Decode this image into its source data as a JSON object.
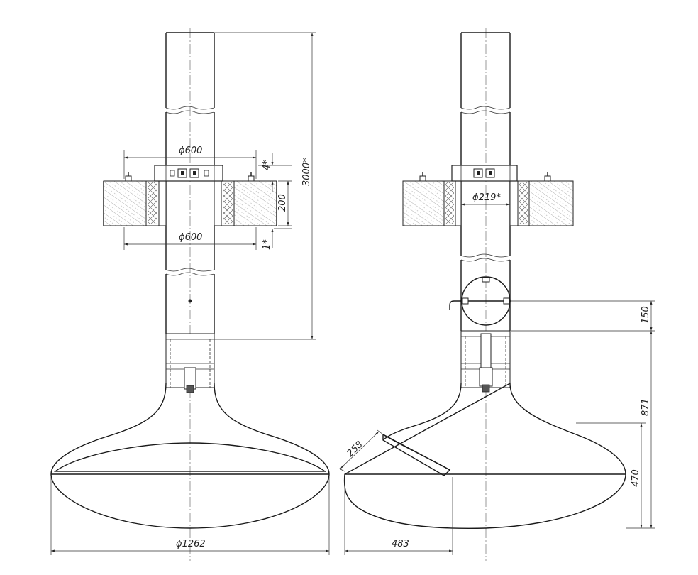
{
  "drawing": {
    "front_view": {
      "dim_top_diameter": "ϕ600",
      "dim_bottom_diameter": "ϕ600",
      "dim_top_gap": "4*",
      "dim_ceiling_thickness": "200",
      "dim_bottom_gap": "1*",
      "dim_total_height": "3000*",
      "dim_hood_diameter": "ϕ1262"
    },
    "side_view": {
      "dim_pipe_diameter": "ϕ219*",
      "dim_damper_height": "150",
      "dim_body_height": "871",
      "dim_hood_height": "470",
      "dim_door_length": "258",
      "dim_hood_depth": "483"
    }
  }
}
